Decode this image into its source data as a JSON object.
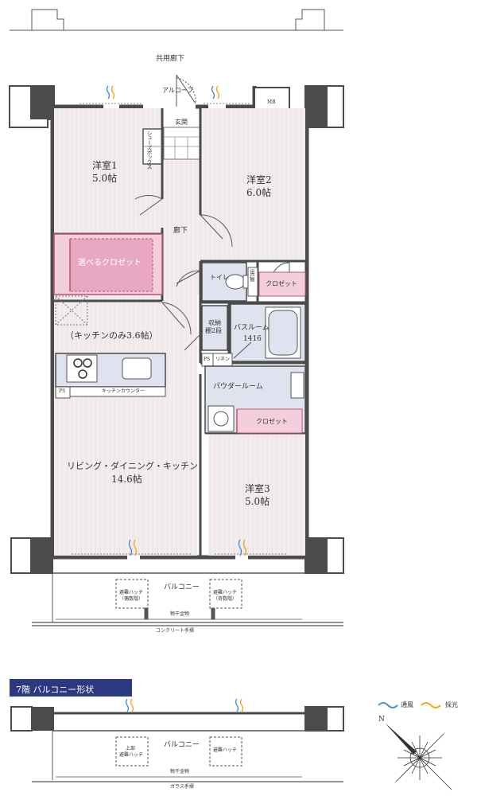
{
  "labels": {
    "common_corridor": "共用廊下",
    "alcove": "アルコーブ",
    "mb": "MB",
    "entrance": "玄関",
    "shoe_box": "シューズボックス",
    "room1_name": "洋室1",
    "room1_size": "5.0帖",
    "room2_name": "洋室2",
    "room2_size": "6.0帖",
    "hallway": "廊下",
    "selectable_closet": "選べるクロゼット",
    "toilet": "トイレ",
    "hanging_shelf": "吊戸棚",
    "closet_a": "クロゼット",
    "storage": "収納",
    "storage_shelf": "棚2段",
    "bathroom": "バスルーム",
    "bathroom_size": "1416",
    "kitchen_only": "（キッチンのみ3.6帖）",
    "ps_top": "PS",
    "linen": "リネン",
    "powder_room": "パウダールーム",
    "ps_bottom": "PS",
    "kitchen_counter": "キッチンカウンター",
    "closet_b": "クロゼット",
    "ldk_name": "リビング・ダイニング・キッチン",
    "ldk_size": "14.6帖",
    "room3_name": "洋室3",
    "room3_size": "5.0帖",
    "balcony": "バルコニー",
    "hatch_even_1": "避難ハッチ",
    "hatch_even_2": "（偶数階）",
    "hatch_odd_1": "避難ハッチ",
    "hatch_odd_2": "（奇数階）",
    "drying_rack": "物干金物",
    "concrete_rail": "コンクリート手摺",
    "floor7_banner": "7階 バルコニー形状",
    "balcony2": "バルコニー",
    "upper_hatch_1": "上部",
    "upper_hatch_2": "避難ハッチ",
    "hatch2": "避難ハッチ",
    "drying_rack2": "物干金物",
    "glass_rail": "ガラス手摺",
    "legend_ventilation": "通風",
    "legend_light": "採光",
    "compass_n": "N"
  },
  "colors": {
    "floor": "#f3ecec",
    "wet_area": "#dfe3ef",
    "closet_pink": "#f3cfdd",
    "selectable_closet": "#e9a8c2",
    "wall": "#4b4b4b",
    "wind": "#4a90d0",
    "light": "#f0a820",
    "banner_bg": "#2b3a80"
  }
}
